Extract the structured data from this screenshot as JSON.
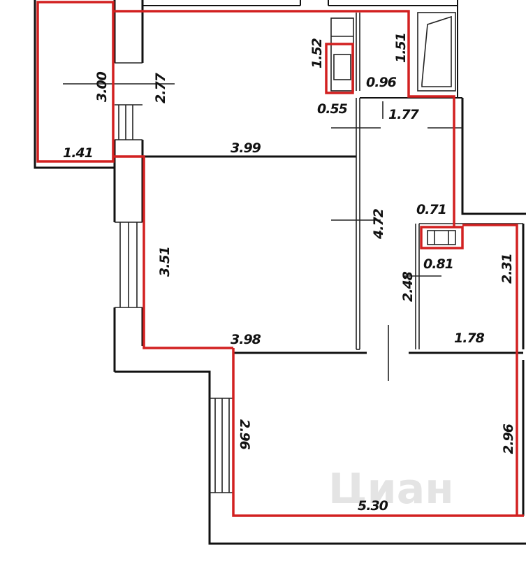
{
  "colors": {
    "highlight": "#d22020",
    "wall": "#111111"
  },
  "dimensions": {
    "balcony_top_height": "3.00",
    "balcony_top_width": "1.41",
    "room1_height": "2.77",
    "room1_width": "3.99",
    "bath1_height": "1.52",
    "bath1_width": "0.55",
    "bath2_height": "1.51",
    "bath2_width": "0.96",
    "corridor_top_width": "1.77",
    "corridor_length": "4.72",
    "niche_width": "0.71",
    "niche_depth": "0.81",
    "corridor_lower_width": "2.48",
    "room2_height": "3.51",
    "room2_width": "3.98",
    "small_room_height": "2.31",
    "small_room_width": "1.78",
    "room3_height_left": "2.96",
    "room3_height_right": "2.96",
    "room3_width": "5.30"
  },
  "watermark": "Циан"
}
